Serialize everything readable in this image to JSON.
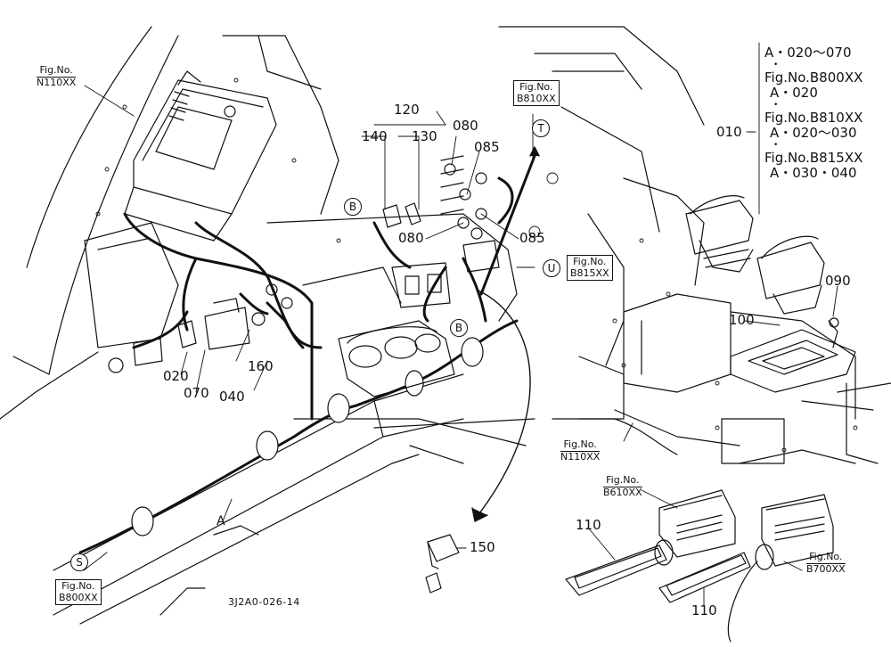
{
  "figure_refs": {
    "n110_top": {
      "line1": "Fig.No.",
      "line2": "N110XX"
    },
    "b810": {
      "line1": "Fig.No.",
      "line2": "B810XX"
    },
    "b815": {
      "line1": "Fig.No.",
      "line2": "B815XX"
    },
    "n110_mid": {
      "line1": "Fig.No.",
      "line2": "N110XX"
    },
    "b610": {
      "line1": "Fig.No.",
      "line2": "B610XX"
    },
    "b700": {
      "line1": "Fig.No.",
      "line2": "B700XX"
    },
    "b800": {
      "line1": "Fig.No.",
      "line2": "B800XX"
    }
  },
  "part_numbers": {
    "p010": "010",
    "p020": "020",
    "p040": "040",
    "p070": "070",
    "p080a": "080",
    "p080b": "080",
    "p085a": "085",
    "p085b": "085",
    "p090": "090",
    "p100": "100",
    "p110a": "110",
    "p110b": "110",
    "p120": "120",
    "p130": "130",
    "p140": "140",
    "p150": "150",
    "p160": "160"
  },
  "connector_markers": {
    "T": "T",
    "U": "U",
    "S": "S",
    "B1": "B",
    "B2": "B"
  },
  "harness_label": "A",
  "legend": {
    "row1": "A・020～070",
    "row2": "Fig.No.B800XX",
    "row3": "A・020",
    "row4": "Fig.No.B810XX",
    "row5": "A・020～030",
    "row6": "Fig.No.B815XX",
    "row7": "A・030・040",
    "dot": "•"
  },
  "drawing_code": "3J2A0-026-14"
}
